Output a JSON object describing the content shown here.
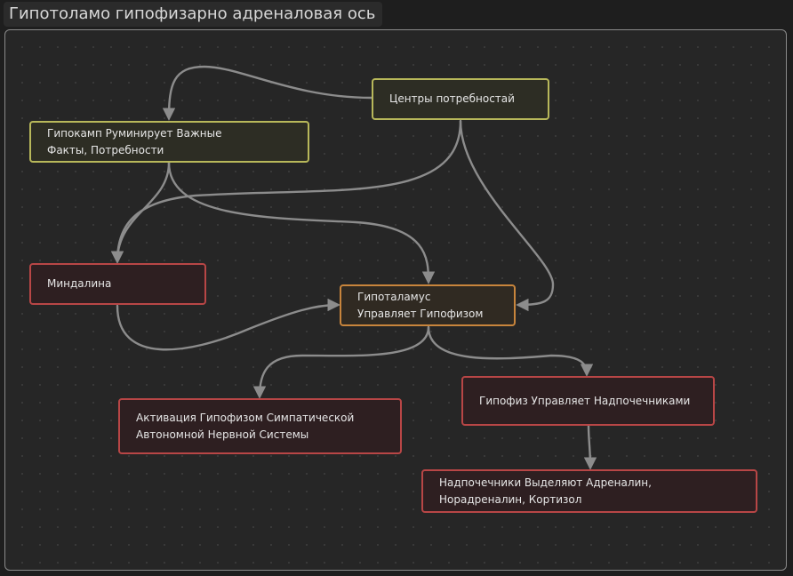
{
  "title": "Гипотоламо гипофизарно адреналовая ось",
  "colors": {
    "yellow_border": "#b8b85a",
    "orange_border": "#c8853c",
    "red_border": "#b84646",
    "edge": "#8c8c8c"
  },
  "nodes": {
    "centers": {
      "label": "Центры потребностай"
    },
    "hippocampus": {
      "label": "Гипокамп Руминирует Важные Факты, Потребности"
    },
    "amygdala": {
      "label": "Миндалина"
    },
    "hypothalamus": {
      "label": "Гипоталамус Управляет Гипофизом"
    },
    "pituitary": {
      "label": "Гипофиз Управляет Надпочечниками"
    },
    "sympathetic": {
      "label": "Активация Гипофизом Симпатической Автономной Нервной Системы"
    },
    "adrenal": {
      "label": "Надпочечники Выделяют Адреналин, Норадреналин, Кортизол"
    }
  },
  "edges": [
    {
      "from": "centers",
      "to": "hippocampus"
    },
    {
      "from": "centers",
      "to": "amygdala"
    },
    {
      "from": "centers",
      "to": "hypothalamus"
    },
    {
      "from": "hippocampus",
      "to": "amygdala"
    },
    {
      "from": "hippocampus",
      "to": "hypothalamus"
    },
    {
      "from": "amygdala",
      "to": "hypothalamus"
    },
    {
      "from": "hypothalamus",
      "to": "sympathetic"
    },
    {
      "from": "hypothalamus",
      "to": "pituitary"
    },
    {
      "from": "pituitary",
      "to": "adrenal"
    }
  ]
}
